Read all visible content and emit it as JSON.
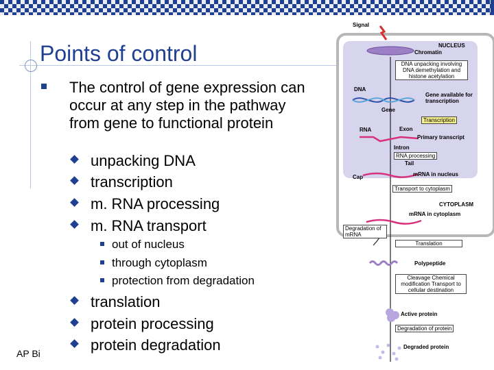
{
  "slide": {
    "title": "Points of control",
    "bullet": "The control of gene expression can occur at any step in the pathway from gene to functional protein",
    "sub_items_a": [
      "unpacking DNA",
      "transcription",
      "m. RNA processing",
      "m. RNA transport"
    ],
    "sub_sub_items": [
      "out of nucleus",
      "through cytoplasm",
      "protection from degradation"
    ],
    "sub_items_b": [
      "translation",
      "protein processing",
      "protein degradation"
    ],
    "footer": "AP Bi"
  },
  "diagram": {
    "signal": "Signal",
    "nucleus": "NUCLEUS",
    "chromatin": "Chromatin",
    "dna_unpacking": "DNA unpacking involving DNA demethylation and histone acetylation",
    "dna": "DNA",
    "gene_available": "Gene available for transcription",
    "gene": "Gene",
    "transcription": "Transcription",
    "rna": "RNA",
    "exon": "Exon",
    "primary_transcript": "Primary transcript",
    "intron": "Intron",
    "rna_processing": "RNA processing",
    "tail": "Tail",
    "cap": "Cap",
    "mrna_nucleus": "mRNA in nucleus",
    "transport": "Transport to cytoplasm",
    "cytoplasm": "CYTOPLASM",
    "mrna_cytoplasm": "mRNA in cytoplasm",
    "degradation_mrna": "Degradation of mRNA",
    "translation": "Translation",
    "polypeptide": "Polypeptide",
    "cleavage": "Cleavage Chemical modification Transport to cellular destination",
    "active_protein": "Active protein",
    "degradation_protein": "Degradation of protein",
    "degraded_protein": "Degraded protein"
  },
  "colors": {
    "accent": "#1f3f93",
    "nucleus_fill": "#d7d4ee",
    "highlight_box": "#f5ef8c",
    "rna": "#d6317a"
  }
}
